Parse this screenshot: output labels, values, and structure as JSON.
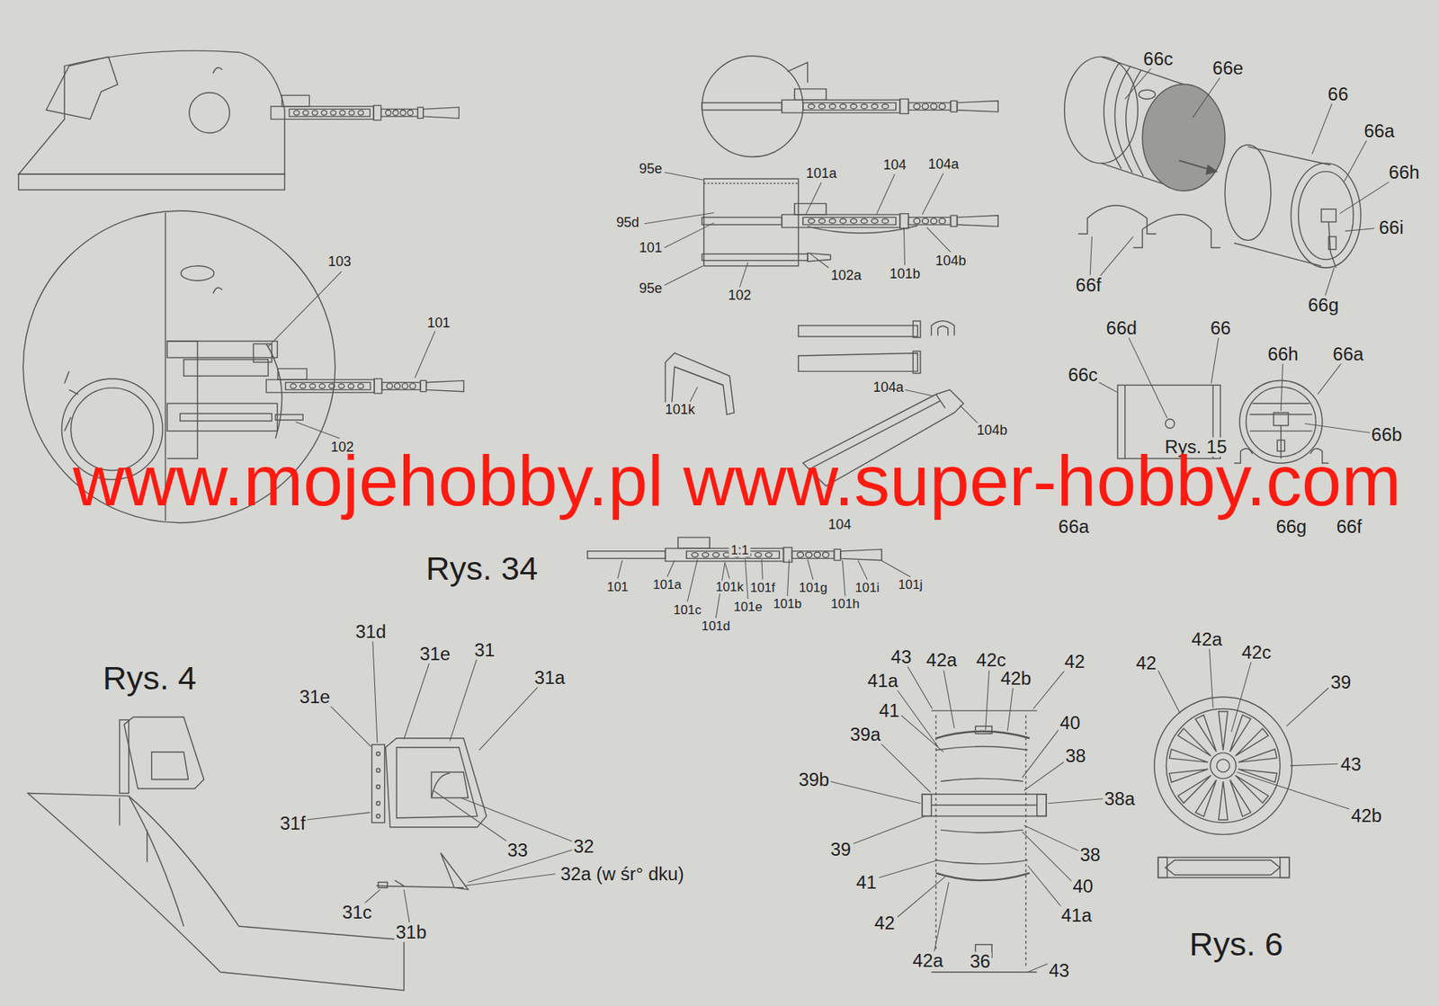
{
  "diagram": {
    "labels": [
      "95e",
      "101a",
      "104",
      "104a",
      "95d",
      "101",
      "95e",
      "102",
      "102a",
      "101b",
      "104b",
      "103",
      "101",
      "101k",
      "104a",
      "104b",
      "66c",
      "66e",
      "66",
      "66a",
      "66h",
      "66i",
      "66f",
      "66g",
      "66d",
      "66",
      "66c",
      "66h",
      "66a",
      "66b",
      "102",
      "104",
      "Rys. 15",
      "66a",
      "66g",
      "66f",
      "www.mojehobby.pl www.super-hobby.com",
      "1:1",
      "Rys. 34",
      "101",
      "101a",
      "101k",
      "101f",
      "101g",
      "101i",
      "101j",
      "101e",
      "101b",
      "101h",
      "101c",
      "101d",
      "Rys. 4",
      "31d",
      "31e",
      "31",
      "31a",
      "31e",
      "31f",
      "33",
      "32",
      "32a (w śr° dku)",
      "31c",
      "31b",
      "42a",
      "42c",
      "43",
      "42",
      "41a",
      "42b",
      "41",
      "40",
      "39a",
      "38",
      "39b",
      "38a",
      "39",
      "38",
      "41",
      "40",
      "42",
      "41a",
      "42a",
      "36",
      "43",
      "42a",
      "42",
      "42c",
      "39",
      "43",
      "42b",
      "Rys. 6"
    ]
  }
}
